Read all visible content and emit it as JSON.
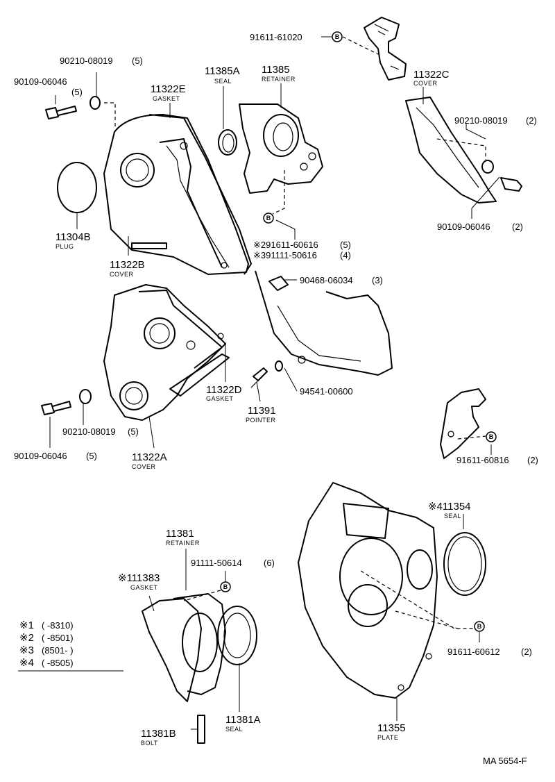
{
  "diagram_code": "MA 5654-F",
  "callouts": [
    {
      "id": "91611-61020",
      "number": "91611-61020",
      "qty": "",
      "sub": ""
    },
    {
      "id": "90210-08019-top",
      "number": "90210-08019",
      "qty": "(5)",
      "sub": ""
    },
    {
      "id": "90109-06046-top",
      "number": "90109-06046",
      "qty": "(5)",
      "sub": ""
    },
    {
      "id": "11322E",
      "number": "11322E",
      "qty": "",
      "sub": "GASKET"
    },
    {
      "id": "11385A",
      "number": "11385A",
      "qty": "",
      "sub": "SEAL"
    },
    {
      "id": "11385",
      "number": "11385",
      "qty": "",
      "sub": "RETAINER"
    },
    {
      "id": "11322C",
      "number": "11322C",
      "qty": "",
      "sub": "COVER"
    },
    {
      "id": "90210-08019-right",
      "number": "90210-08019",
      "qty": "(2)",
      "sub": ""
    },
    {
      "id": "11304B",
      "number": "11304B",
      "qty": "",
      "sub": "PLUG"
    },
    {
      "id": "90109-06046-right",
      "number": "90109-06046",
      "qty": "(2)",
      "sub": ""
    },
    {
      "id": "91611-60616",
      "number": "※291611-60616",
      "qty": "(5)",
      "sub": ""
    },
    {
      "id": "91111-50616",
      "number": "※391111-50616",
      "qty": "(4)",
      "sub": ""
    },
    {
      "id": "11322B",
      "number": "11322B",
      "qty": "",
      "sub": "COVER"
    },
    {
      "id": "90468-06034",
      "number": "90468-06034",
      "qty": "(3)",
      "sub": ""
    },
    {
      "id": "11322D",
      "number": "11322D",
      "qty": "",
      "sub": "GASKET"
    },
    {
      "id": "94541-00600",
      "number": "94541-00600",
      "qty": "",
      "sub": ""
    },
    {
      "id": "11391",
      "number": "11391",
      "qty": "",
      "sub": "POINTER"
    },
    {
      "id": "90210-08019-left",
      "number": "90210-08019",
      "qty": "(5)",
      "sub": ""
    },
    {
      "id": "90109-06046-left",
      "number": "90109-06046",
      "qty": "(5)",
      "sub": ""
    },
    {
      "id": "11322A",
      "number": "11322A",
      "qty": "",
      "sub": "COVER"
    },
    {
      "id": "91611-60816",
      "number": "91611-60816",
      "qty": "(2)",
      "sub": ""
    },
    {
      "id": "11354",
      "number": "※411354",
      "qty": "",
      "sub": "SEAL"
    },
    {
      "id": "11381",
      "number": "11381",
      "qty": "",
      "sub": "RETAINER"
    },
    {
      "id": "91111-50614",
      "number": "91111-50614",
      "qty": "(6)",
      "sub": ""
    },
    {
      "id": "111383",
      "number": "※111383",
      "qty": "",
      "sub": "GASKET"
    },
    {
      "id": "91611-60612",
      "number": "91611-60612",
      "qty": "(2)",
      "sub": ""
    },
    {
      "id": "11381A",
      "number": "11381A",
      "qty": "",
      "sub": "SEAL"
    },
    {
      "id": "11381B",
      "number": "11381B",
      "qty": "",
      "sub": "BOLT"
    },
    {
      "id": "11355",
      "number": "11355",
      "qty": "",
      "sub": "PLATE"
    }
  ],
  "bolt_marker_letter": "B",
  "legend": [
    {
      "mark": "※1",
      "range": "(        -8310)"
    },
    {
      "mark": "※2",
      "range": "(        -8501)"
    },
    {
      "mark": "※3",
      "range": "(8501-        )"
    },
    {
      "mark": "※4",
      "range": "(        -8505)"
    }
  ]
}
